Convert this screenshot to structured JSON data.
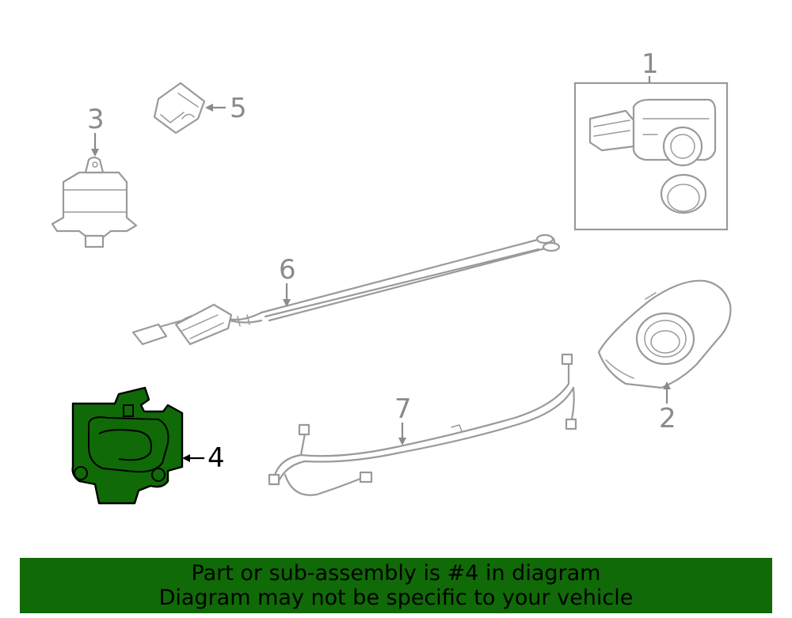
{
  "callouts": {
    "c1": "1",
    "c2": "2",
    "c3": "3",
    "c4": "4",
    "c5": "5",
    "c6": "6",
    "c7": "7"
  },
  "highlight": {
    "part": "4",
    "color": "#106a07",
    "outline": "#000000"
  },
  "banner": {
    "line1": "Part or sub-assembly is #4 in diagram",
    "line2": "Diagram may not be specific to your vehicle",
    "background": "#106a07"
  }
}
